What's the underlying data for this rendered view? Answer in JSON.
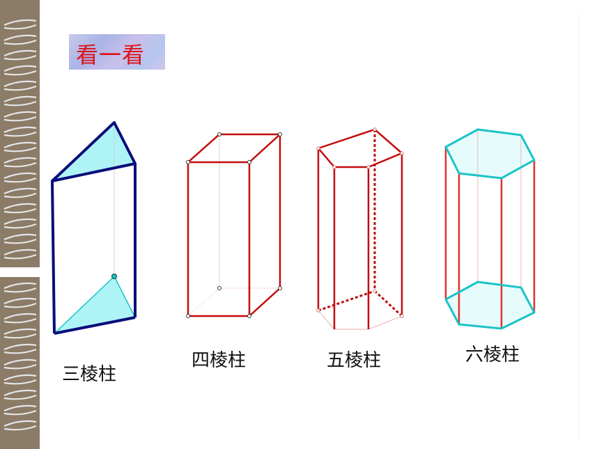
{
  "header": {
    "badge_text": "看一看"
  },
  "shapes": [
    {
      "name": "三棱柱"
    },
    {
      "name": "四棱柱"
    },
    {
      "name": "五棱柱"
    },
    {
      "name": "六棱柱"
    }
  ],
  "colors": {
    "triangular": "#0a0d7a",
    "face_fill": "#aef4f6",
    "teal_edge": "#1bc3c7",
    "red_edge": "#c30b0b",
    "binding": "#8c7b66",
    "badge_text": "#e0111a"
  }
}
